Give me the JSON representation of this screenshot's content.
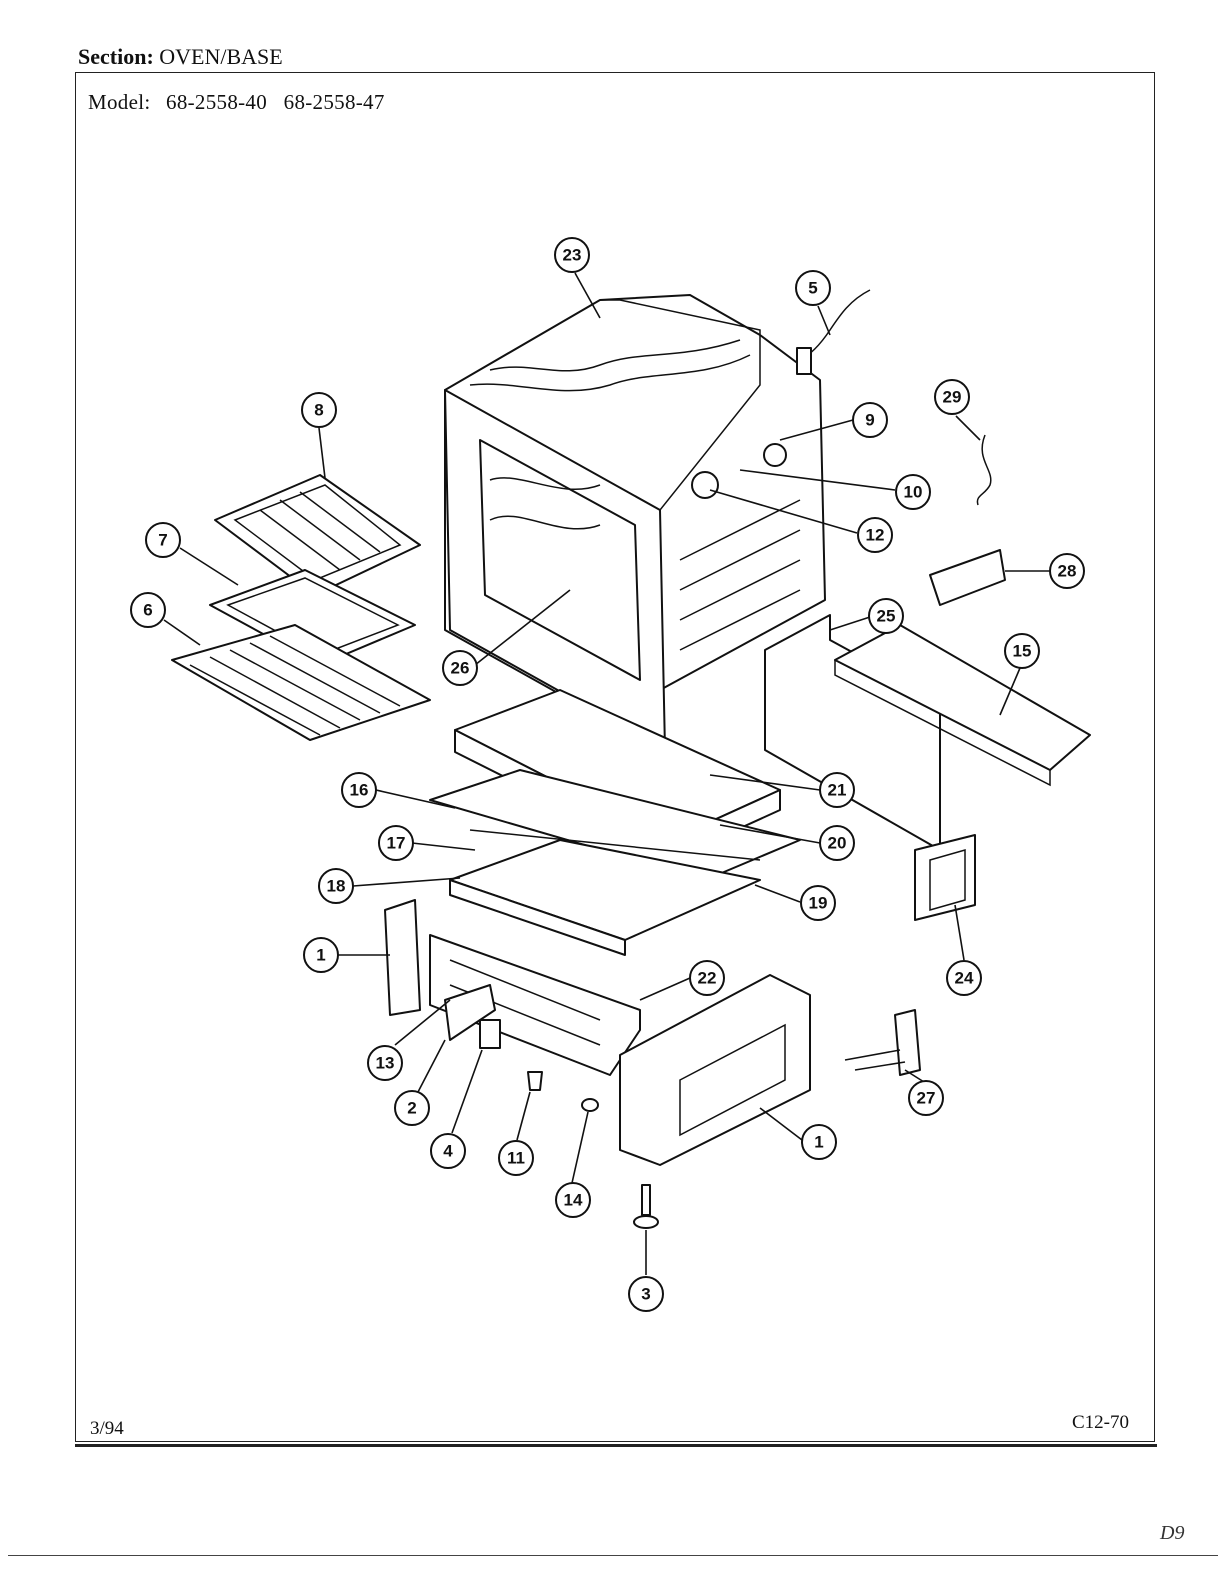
{
  "header": {
    "section_label": "Section:",
    "section_value": "OVEN/BASE",
    "model_label": "Model:",
    "models": "68-2558-40   68-2558-47"
  },
  "footer": {
    "date": "3/94",
    "code": "C12-70"
  },
  "margin_mark": "D9",
  "callouts": [
    "23",
    "5",
    "29",
    "9",
    "8",
    "10",
    "12",
    "7",
    "28",
    "6",
    "25",
    "15",
    "26",
    "16",
    "21",
    "17",
    "20",
    "18",
    "19",
    "1",
    "22",
    "24",
    "13",
    "2",
    "27",
    "4",
    "11",
    "14",
    "3"
  ],
  "callout_1_right": "1"
}
